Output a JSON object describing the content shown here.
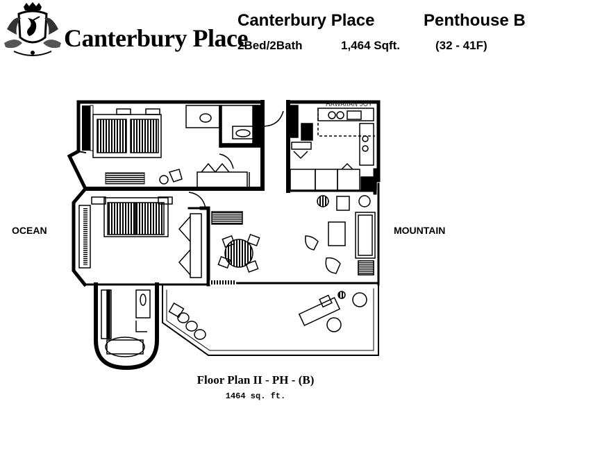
{
  "logo": {
    "wordmark": "Canterbury Place",
    "icon": "heraldic-crest-icon"
  },
  "header": {
    "building": "Canterbury Place",
    "unit": "Penthouse B",
    "beds_baths": "2Bed/2Bath",
    "area": "1,464 Sqft.",
    "floors": "(32 - 41F)"
  },
  "orientation": {
    "left": "OCEAN",
    "right": "MOUNTAIN"
  },
  "watermark": "HAWAIIAN JOY",
  "caption": {
    "title": "Floor Plan II - PH - (B)",
    "area": "1464 sq. ft."
  }
}
